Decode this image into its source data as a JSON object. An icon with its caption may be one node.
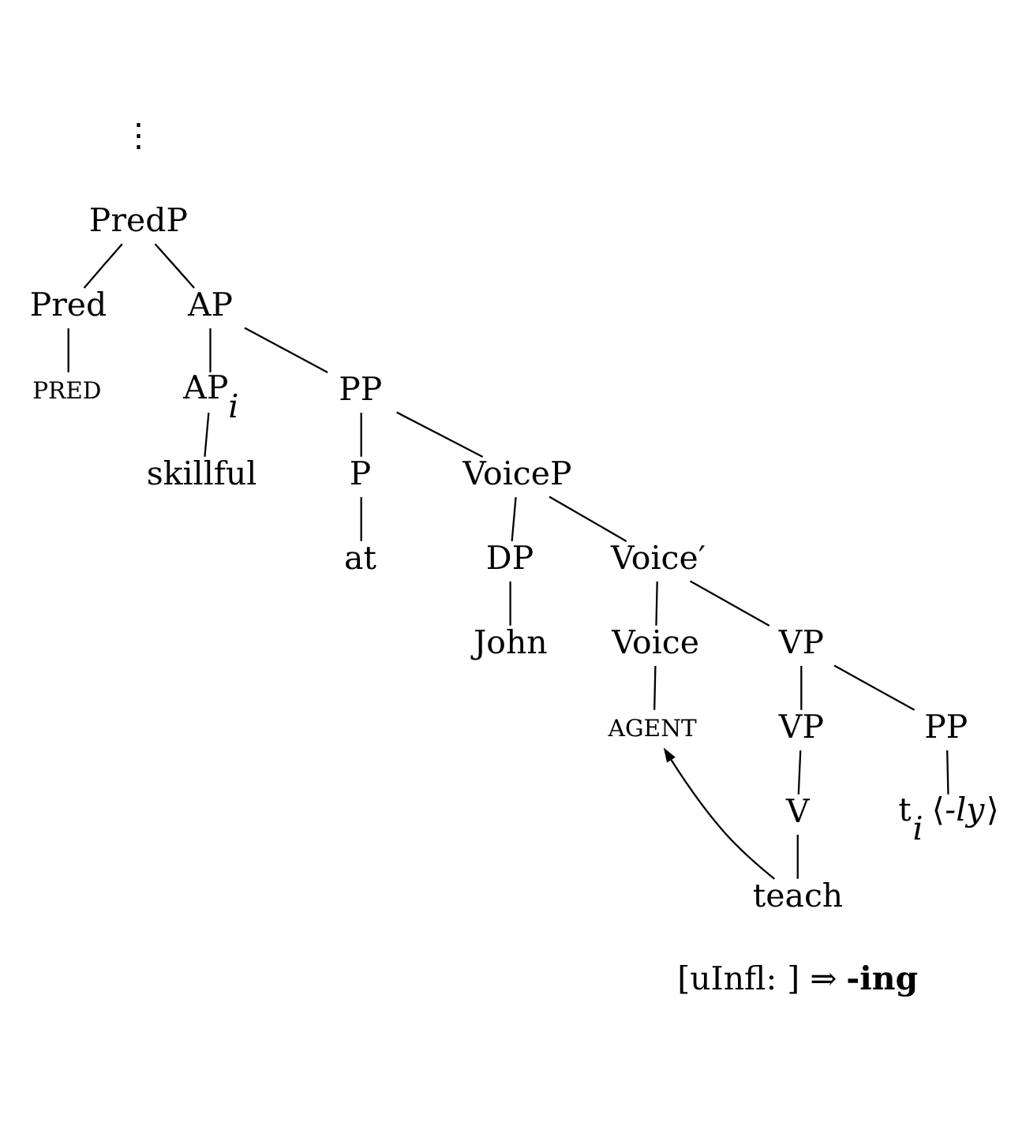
{
  "diagram": {
    "nodes": [
      {
        "text": [
          "PredP"
        ]
      },
      {
        "text": [
          "Pred"
        ]
      },
      {
        "text": [
          "AP"
        ]
      },
      {
        "text": [
          "PRED"
        ]
      },
      {
        "text": [
          "AP$_{i}$"
        ]
      },
      {
        "text": [
          "skillful"
        ]
      },
      {
        "text": [
          "PP"
        ]
      },
      {
        "text": [
          "P"
        ]
      },
      {
        "text": [
          "VoiceP"
        ]
      },
      {
        "text": [
          "at"
        ]
      },
      {
        "text": [
          "DP"
        ]
      },
      {
        "text": [
          "Voice′"
        ]
      },
      {
        "text": [
          "John"
        ]
      },
      {
        "text": [
          "Voice"
        ]
      },
      {
        "text": [
          "VP"
        ]
      },
      {
        "text": [
          "AGENT"
        ]
      },
      {
        "text": [
          "VP"
        ]
      },
      {
        "text": [
          "PP"
        ]
      },
      {
        "text": [
          "V"
        ]
      },
      {
        "text": [
          "t$_{i}$ ⟨*-ly*⟩"
        ]
      },
      {
        "text": [
          "teach"
        ]
      }
    ],
    "edges": [
      {
        "from": 0,
        "to": 1,
        "arrow": "none"
      },
      {
        "from": 0,
        "to": 2,
        "arrow": "none"
      },
      {
        "from": 1,
        "to": 3,
        "arrow": "none"
      },
      {
        "from": 2,
        "to": 4,
        "arrow": "none"
      },
      {
        "from": 2,
        "to": 6,
        "arrow": "none"
      },
      {
        "from": 4,
        "to": 5,
        "arrow": "none"
      },
      {
        "from": 6,
        "to": 7,
        "arrow": "none"
      },
      {
        "from": 6,
        "to": 8,
        "arrow": "none"
      },
      {
        "from": 7,
        "to": 9,
        "arrow": "none"
      },
      {
        "from": 8,
        "to": 10,
        "arrow": "none"
      },
      {
        "from": 8,
        "to": 11,
        "arrow": "none"
      },
      {
        "from": 10,
        "to": 12,
        "arrow": "none"
      },
      {
        "from": 11,
        "to": 13,
        "arrow": "none"
      },
      {
        "from": 11,
        "to": 14,
        "arrow": "none"
      },
      {
        "from": 13,
        "to": 15,
        "arrow": "none"
      },
      {
        "from": 14,
        "to": 16,
        "arrow": "none"
      },
      {
        "from": 14,
        "to": 17,
        "arrow": "none"
      },
      {
        "from": 16,
        "to": 18,
        "arrow": "none"
      },
      {
        "from": 17,
        "to": 19,
        "arrow": "none"
      },
      {
        "from": 18,
        "to": 20,
        "arrow": "none"
      },
      {
        "from": 20,
        "to": 15,
        "arrow": "to"
      }
    ],
    "labels": [
      "⋮",
      "[uInfl: ] ⇒ **-ing**"
    ]
  }
}
